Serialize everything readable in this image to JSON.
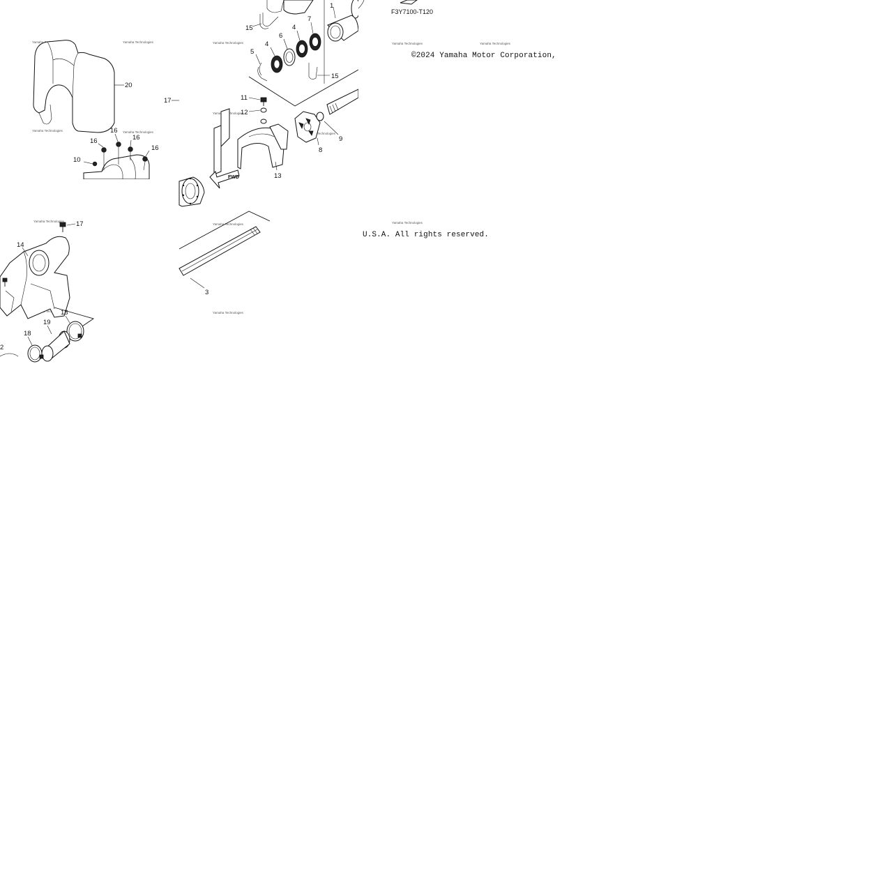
{
  "diagram": {
    "code": "F3Y7100-T120",
    "copyright_line1": "©2024 Yamaha Motor Corporation,",
    "copyright_line2": "U.S.A. All rights reserved.",
    "watermark": "Yamaha Technologies",
    "callouts": {
      "c1": "1",
      "c2": "2",
      "c3": "3",
      "c4a": "4",
      "c4b": "4",
      "c5": "5",
      "c6": "6",
      "c7": "7",
      "c8": "8",
      "c9": "9",
      "c10": "10",
      "c11": "11",
      "c12": "12",
      "c13": "13",
      "c14": "14",
      "c15a": "15",
      "c15b": "15",
      "c16a": "16",
      "c16b": "16",
      "c16c": "16",
      "c16d": "16",
      "c17a": "17",
      "c17b": "17",
      "c18a": "18",
      "c18b": "18",
      "c19": "19",
      "c20": "20"
    },
    "fwd_label": "FWD"
  }
}
